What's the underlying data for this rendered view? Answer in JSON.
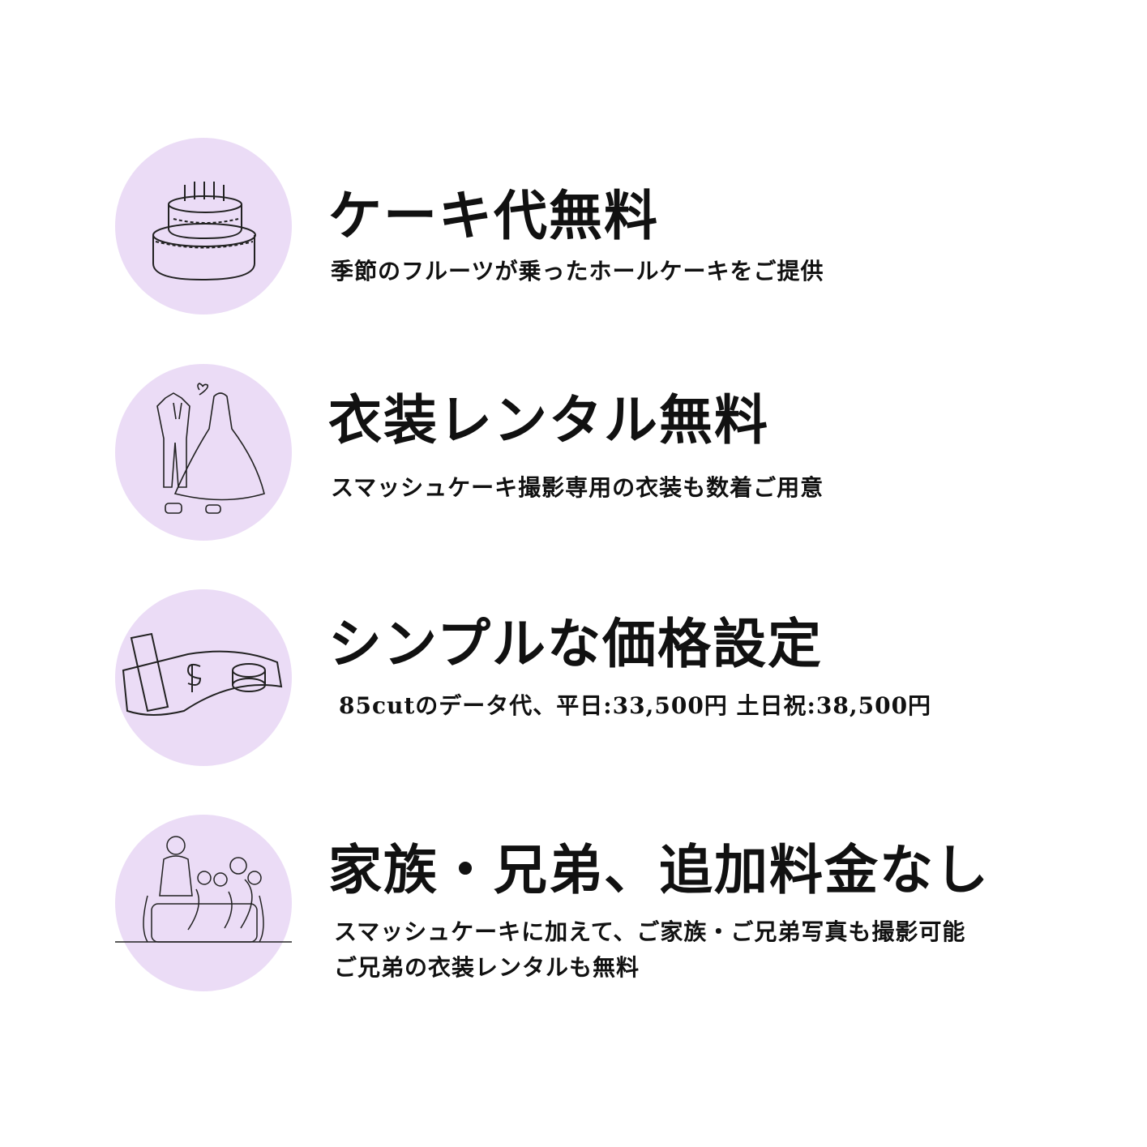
{
  "colors": {
    "circle": "#ebdcf6",
    "text": "#111111"
  },
  "features": [
    {
      "icon": "cake-icon",
      "title": "ケーキ代無料",
      "lines": [
        "季節のフルーツが乗ったホールケーキをご提供"
      ]
    },
    {
      "icon": "costume-icon",
      "title": "衣装レンタル無料",
      "lines": [
        "スマッシュケーキ撮影専用の衣装も数着ご用意"
      ]
    },
    {
      "icon": "money-icon",
      "title": "シンプルな価格設定",
      "lines": [
        "85cutのデータ代、平日:33,500円 土日祝:38,500円"
      ]
    },
    {
      "icon": "family-icon",
      "title": "家族・兄弟、追加料金なし",
      "lines": [
        "スマッシュケーキに加えて、ご家族・ご兄弟写真も撮影可能",
        "ご兄弟の衣装レンタルも無料"
      ]
    }
  ]
}
